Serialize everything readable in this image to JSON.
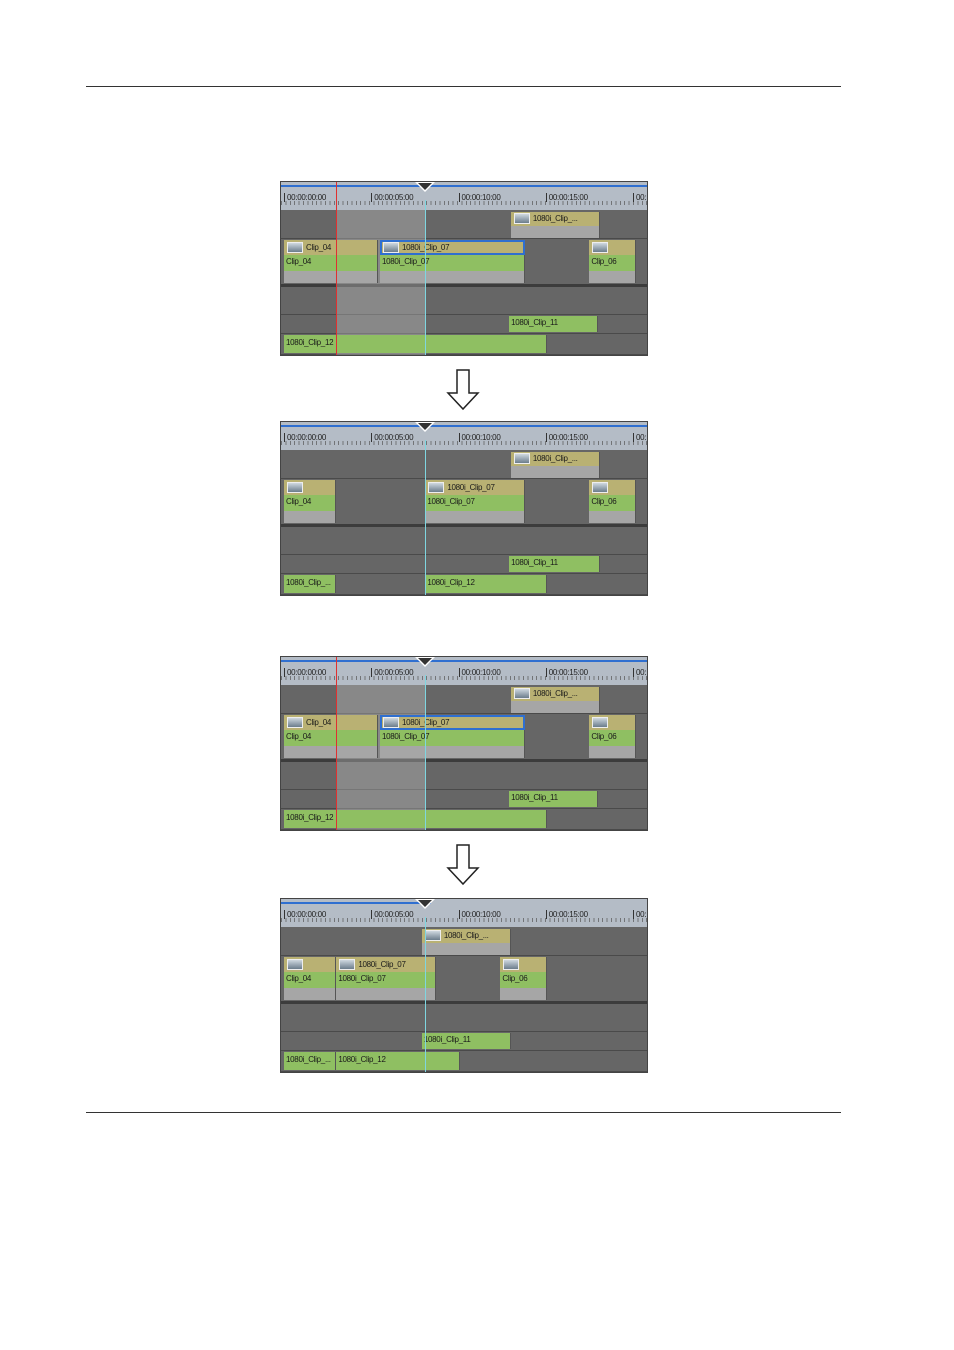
{
  "colors": {
    "ruler": "#b4bcc6",
    "olive": "#b9b173",
    "green": "#8fbf62",
    "track": "#666666",
    "accent": "#2f6fd0",
    "in_line": "#e03030",
    "playhead_line": "#7fd6e0"
  },
  "ruler_labels": [
    "00:00:00:00",
    "00:00:05:00",
    "00:00:10:00",
    "00:00:15:00",
    "00:"
  ],
  "panels": [
    {
      "name": "before-1",
      "in_point": 3.0,
      "range": [
        3.0,
        8.1
      ],
      "playhead": 8.1,
      "clips": [
        {
          "track": "v1",
          "kind": "video",
          "label": "1080i_Clip_...",
          "start": 13.0,
          "end": 18.1
        },
        {
          "track": "v2",
          "kind": "av",
          "label": "Clip_04",
          "sub": "Clip_04",
          "start": 0,
          "end": 5.4
        },
        {
          "track": "v2",
          "kind": "av",
          "label": "1080i_Clip_07",
          "sub": "1080i_Clip_07",
          "start": 5.5,
          "end": 13.8,
          "selected": true
        },
        {
          "track": "v2",
          "kind": "av",
          "label": "",
          "sub": "Clip_06",
          "start": 17.5,
          "end": 20.2
        },
        {
          "track": "a1",
          "kind": "audio",
          "label": "1080i_Clip_11",
          "start": 12.9,
          "end": 18.0
        },
        {
          "track": "a2",
          "kind": "audio",
          "label": "1080i_Clip_12",
          "start": 0,
          "end": 15.1
        }
      ]
    },
    {
      "name": "after-1",
      "playhead": 8.1,
      "clips": [
        {
          "track": "v1",
          "kind": "video",
          "label": "1080i_Clip_...",
          "start": 13.0,
          "end": 18.1
        },
        {
          "track": "v2",
          "kind": "av",
          "label": "",
          "sub": "Clip_04",
          "start": 0,
          "end": 3.0
        },
        {
          "track": "v2",
          "kind": "av",
          "label": "1080i_Clip_07",
          "sub": "1080i_Clip_07",
          "start": 8.1,
          "end": 13.8
        },
        {
          "track": "v2",
          "kind": "av",
          "label": "",
          "sub": "Clip_06",
          "start": 17.5,
          "end": 20.2
        },
        {
          "track": "a1",
          "kind": "audio",
          "label": "1080i_Clip_11",
          "start": 12.9,
          "end": 18.1
        },
        {
          "track": "a2",
          "kind": "audio",
          "label": "1080i_Clip_...",
          "start": 0,
          "end": 3.0
        },
        {
          "track": "a2",
          "kind": "audio",
          "label": "1080i_Clip_12",
          "start": 8.1,
          "end": 15.1
        }
      ]
    },
    {
      "name": "before-2",
      "in_point": 3.0,
      "range": [
        3.0,
        8.1
      ],
      "playhead": 8.1,
      "clips": [
        {
          "track": "v1",
          "kind": "video",
          "label": "1080i_Clip_...",
          "start": 13.0,
          "end": 18.1
        },
        {
          "track": "v2",
          "kind": "av",
          "label": "Clip_04",
          "sub": "Clip_04",
          "start": 0,
          "end": 5.4
        },
        {
          "track": "v2",
          "kind": "av",
          "label": "1080i_Clip_07",
          "sub": "1080i_Clip_07",
          "start": 5.5,
          "end": 13.8,
          "selected": true
        },
        {
          "track": "v2",
          "kind": "av",
          "label": "",
          "sub": "Clip_06",
          "start": 17.5,
          "end": 20.2
        },
        {
          "track": "a1",
          "kind": "audio",
          "label": "1080i_Clip_11",
          "start": 12.9,
          "end": 18.0
        },
        {
          "track": "a2",
          "kind": "audio",
          "label": "1080i_Clip_12",
          "start": 0,
          "end": 15.1
        }
      ]
    },
    {
      "name": "after-2",
      "playhead": 8.1,
      "clips": [
        {
          "track": "v1",
          "kind": "video",
          "label": "1080i_Clip_...",
          "start": 7.9,
          "end": 13.0
        },
        {
          "track": "v2",
          "kind": "av",
          "label": "",
          "sub": "Clip_04",
          "start": 0,
          "end": 3.0
        },
        {
          "track": "v2",
          "kind": "av",
          "label": "1080i_Clip_07",
          "sub": "1080i_Clip_07",
          "start": 3.0,
          "end": 8.7
        },
        {
          "track": "v2",
          "kind": "av",
          "label": "",
          "sub": "Clip_06",
          "start": 12.4,
          "end": 15.1
        },
        {
          "track": "a1",
          "kind": "audio",
          "label": "1080i_Clip_11",
          "start": 7.9,
          "end": 13.0
        },
        {
          "track": "a2",
          "kind": "audio",
          "label": "1080i_Clip_...",
          "start": 0,
          "end": 3.0
        },
        {
          "track": "a2",
          "kind": "audio",
          "label": "1080i_Clip_12",
          "start": 3.0,
          "end": 10.1
        }
      ]
    }
  ]
}
